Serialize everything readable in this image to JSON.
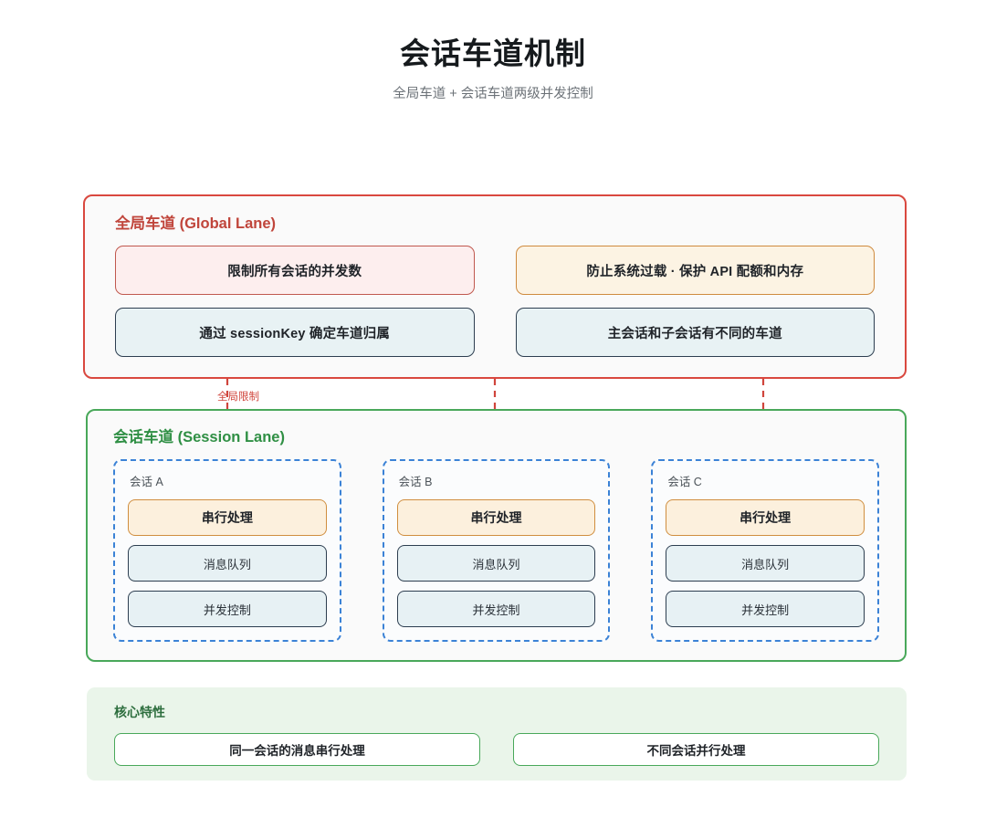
{
  "header": {
    "title": "会话车道机制",
    "subtitle": "全局车道 + 会话车道两级并发控制"
  },
  "global_lane": {
    "heading": "全局车道 (Global Lane)",
    "boxes": [
      {
        "label": "限制所有会话的并发数",
        "style": "pink"
      },
      {
        "label": "防止系统过载 · 保护 API 配额和内存",
        "style": "cream"
      },
      {
        "label": "通过 sessionKey 确定车道归属",
        "style": "blue"
      },
      {
        "label": "主会话和子会话有不同的车道",
        "style": "blue"
      }
    ]
  },
  "connector": {
    "label": "全局限制",
    "color": "#d0453c",
    "arrow_count": 3
  },
  "session_lane": {
    "heading": "会话车道 (Session Lane)",
    "sessions": [
      {
        "title": "会话 A",
        "serial": "串行处理",
        "items": [
          "消息队列",
          "并发控制"
        ]
      },
      {
        "title": "会话 B",
        "serial": "串行处理",
        "items": [
          "消息队列",
          "并发控制"
        ]
      },
      {
        "title": "会话 C",
        "serial": "串行处理",
        "items": [
          "消息队列",
          "并发控制"
        ]
      }
    ]
  },
  "core_features": {
    "heading": "核心特性",
    "items": [
      "同一会话的消息串行处理",
      "不同会话并行处理"
    ]
  },
  "colors": {
    "global_border": "#d9483f",
    "session_border": "#49a85a",
    "session_card_border": "#3b82d6",
    "arrow": "#d0453c",
    "pink_fill": "#fdeeee",
    "cream_fill": "#fcf3e3",
    "blue_fill": "#e8f2f4",
    "navy_border": "#2d3e50",
    "core_bg": "#eaf5ea",
    "core_heading": "#2d6e3e"
  }
}
